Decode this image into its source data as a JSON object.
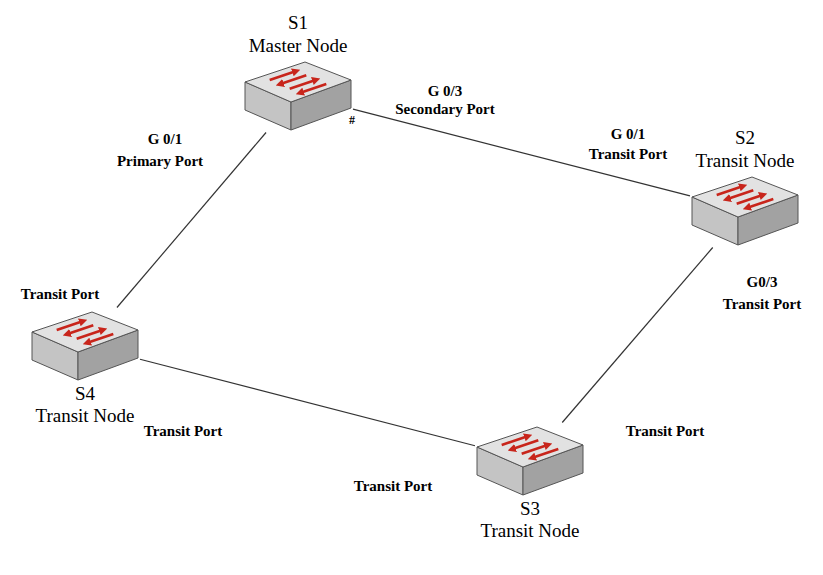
{
  "diagram": {
    "nodes": [
      {
        "text": [
          "S1",
          "Master Node"
        ]
      },
      {
        "text": [
          "S2",
          "Transit Node"
        ]
      },
      {
        "text": [
          "S4",
          "Transit Node"
        ]
      },
      {
        "text": [
          "S3",
          "Transit Node"
        ]
      }
    ],
    "edges": [
      {
        "from": 0,
        "to": 1,
        "arrow": "none"
      },
      {
        "from": 1,
        "to": 3,
        "arrow": "none"
      },
      {
        "from": 3,
        "to": 2,
        "arrow": "none"
      },
      {
        "from": 2,
        "to": 0,
        "arrow": "none"
      }
    ],
    "labels": [
      "G 0/1",
      "Primary Port",
      "G 0/3",
      "Secondary Port",
      "#",
      "G 0/1",
      "Transit Port",
      "G0/3",
      "Transit Port",
      "Transit Port",
      "Transit Port",
      "Transit Port",
      "Transit Port"
    ]
  }
}
